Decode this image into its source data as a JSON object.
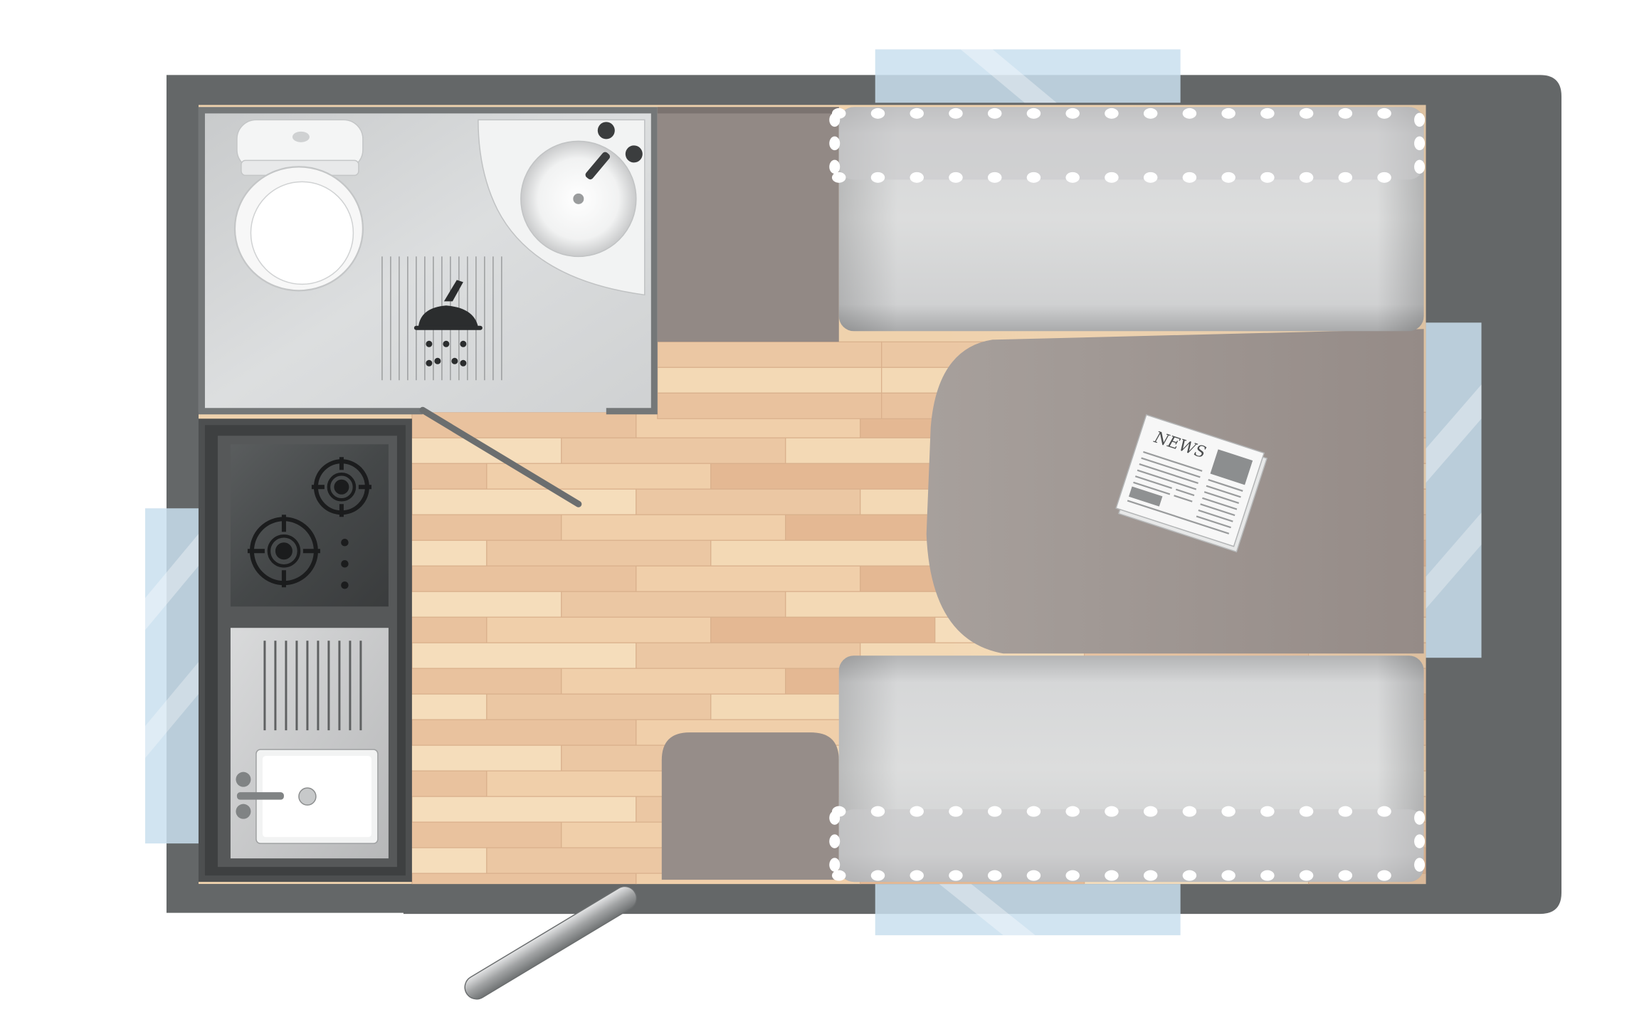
{
  "floorplan": {
    "title": "",
    "newspaper": {
      "headline": "NEWS"
    },
    "colors": {
      "wall": "#646768",
      "window_glass": "#c9dfee",
      "floor_light": "#f2d7b0",
      "floor_dark": "#e2b996",
      "bathroom_floor": "#d6d8d9",
      "cabinet": "#968c88",
      "table": "#9c918d",
      "cushion": "#d8d9da",
      "stove_top": "#444748",
      "counter": "#c9cacb"
    },
    "zones": [
      "bathroom",
      "toilet",
      "washbasin",
      "shower",
      "kitchen",
      "stove",
      "sink",
      "wardrobe",
      "corner-cabinet",
      "upper-bench",
      "lower-bench",
      "dinette-table",
      "entrance-door",
      "windows"
    ]
  }
}
